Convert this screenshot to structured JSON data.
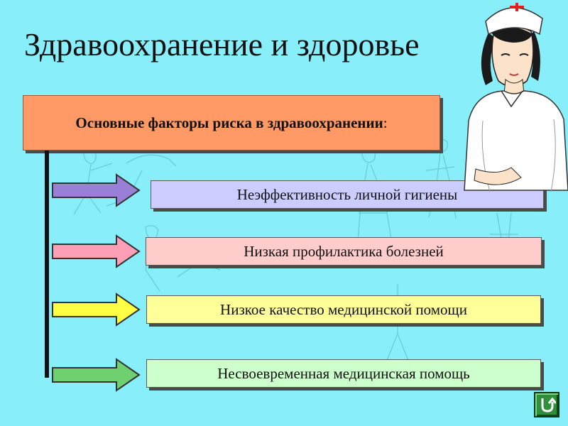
{
  "slide": {
    "title": "Здравоохранение и здоровье",
    "header": {
      "text": "Основные факторы риска в здравоохранении",
      "suffix": ":"
    },
    "factors": [
      {
        "label": "Неэффективность личной гигиены",
        "color": "#ccccff",
        "arrow_color": "#9a7fd6"
      },
      {
        "label": "Низкая профилактика болезней",
        "color": "#ffcccc",
        "arrow_color": "#ff9fb6"
      },
      {
        "label": "Низкое качество медицинской помощи",
        "color": "#ffff99",
        "arrow_color": "#ffff44"
      },
      {
        "label": "Несвоевременная медицинская помощь",
        "color": "#ccffcc",
        "arrow_color": "#6fd070"
      }
    ],
    "nav_button": {
      "icon": "return-arrow-icon"
    }
  },
  "colors": {
    "background": "#87eefa",
    "header_fill": "#ff9966",
    "nav_button": "#2f8f3a"
  }
}
